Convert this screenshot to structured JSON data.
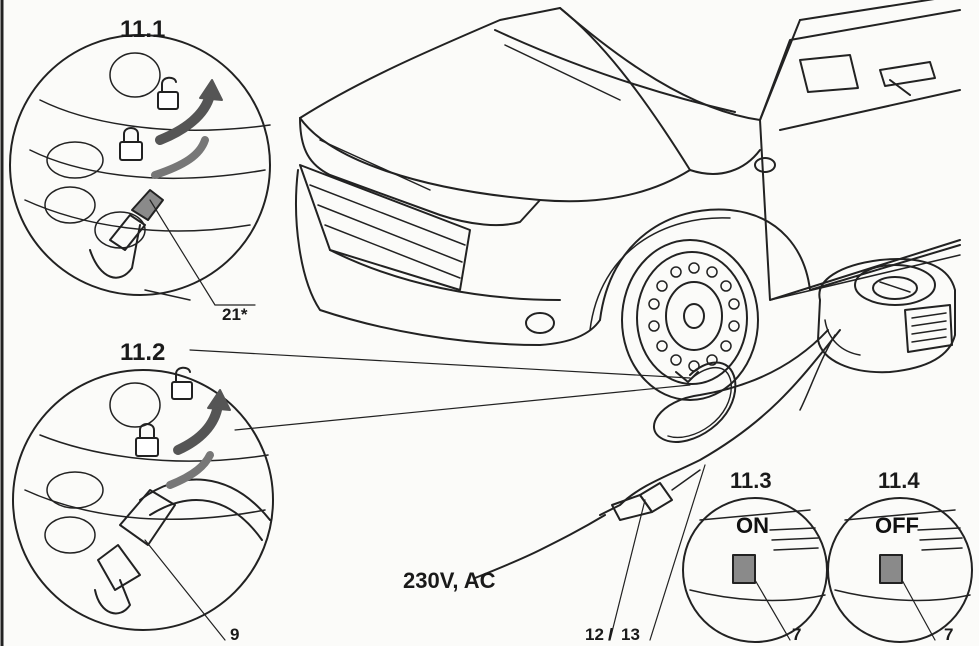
{
  "figure": {
    "labels": {
      "step_11_1": "11.1",
      "step_11_2": "11.2",
      "step_11_3": "11.3",
      "step_11_4": "11.4",
      "part_21": "21*",
      "part_9": "9",
      "part_12": "12",
      "part_13": "13",
      "part_7a": "7",
      "part_7b": "7",
      "voltage": "230V, AC",
      "switch_on": "ON",
      "switch_off": "OFF"
    }
  },
  "colors": {
    "line": "#222222",
    "background": "#fbfbf9",
    "valve_cap": "#8a8a8a"
  },
  "icons": [
    "lock-closed-icon",
    "lock-open-icon",
    "rotate-arrow-icon"
  ]
}
